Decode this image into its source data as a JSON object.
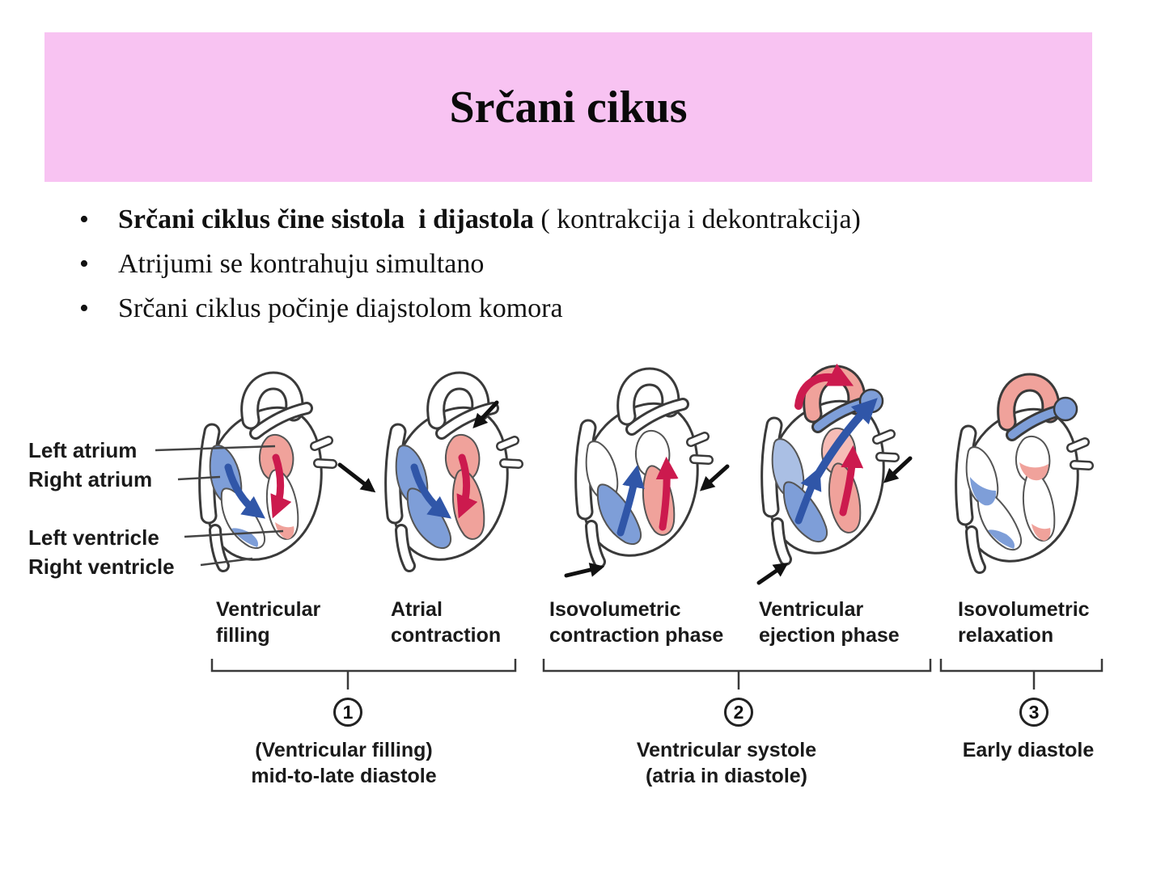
{
  "slide": {
    "title": "Srčani cikus",
    "bullets": [
      {
        "bold": "Srčani ciklus čine sistola  i dijastola",
        "text": " ( kontrakcija i dekontrakcija)"
      },
      {
        "bold": "",
        "text": "Atrijumi se kontrahuju simultano"
      },
      {
        "bold": "",
        "text": "Srčani ciklus počinje diajstolom komora"
      }
    ]
  },
  "figure": {
    "anatomy_labels": {
      "left_atrium": "Left atrium",
      "right_atrium": "Right atrium",
      "left_ventricle": "Left ventricle",
      "right_ventricle": "Right ventricle"
    },
    "phase_labels": [
      {
        "line1": "Ventricular",
        "line2": "filling"
      },
      {
        "line1": "Atrial",
        "line2": "contraction"
      },
      {
        "line1": "Isovolumetric",
        "line2": "contraction phase"
      },
      {
        "line1": "Ventricular",
        "line2": "ejection phase"
      },
      {
        "line1": "Isovolumetric",
        "line2": "relaxation"
      }
    ],
    "stages": [
      {
        "number": "1",
        "caption1": "(Ventricular filling)",
        "caption2": "mid-to-late diastole"
      },
      {
        "number": "2",
        "caption1": "Ventricular systole",
        "caption2": "(atria in diastole)"
      },
      {
        "number": "3",
        "caption1": "Early diastole",
        "caption2": ""
      }
    ]
  },
  "colors": {
    "banner_pink": "#f8c3f2",
    "oxygenated_blood_pink": "#f0a29b",
    "oxygenated_blood_light_pink": "#f6bcb6",
    "deoxygenated_blood_blue": "#7e9ed8",
    "deoxygenated_blood_light_blue": "#aabfe4",
    "red_flow_arrow": "#cc1a4e",
    "blue_flow_arrow": "#3056a8",
    "diagram_outline": "#3a3a3a"
  }
}
